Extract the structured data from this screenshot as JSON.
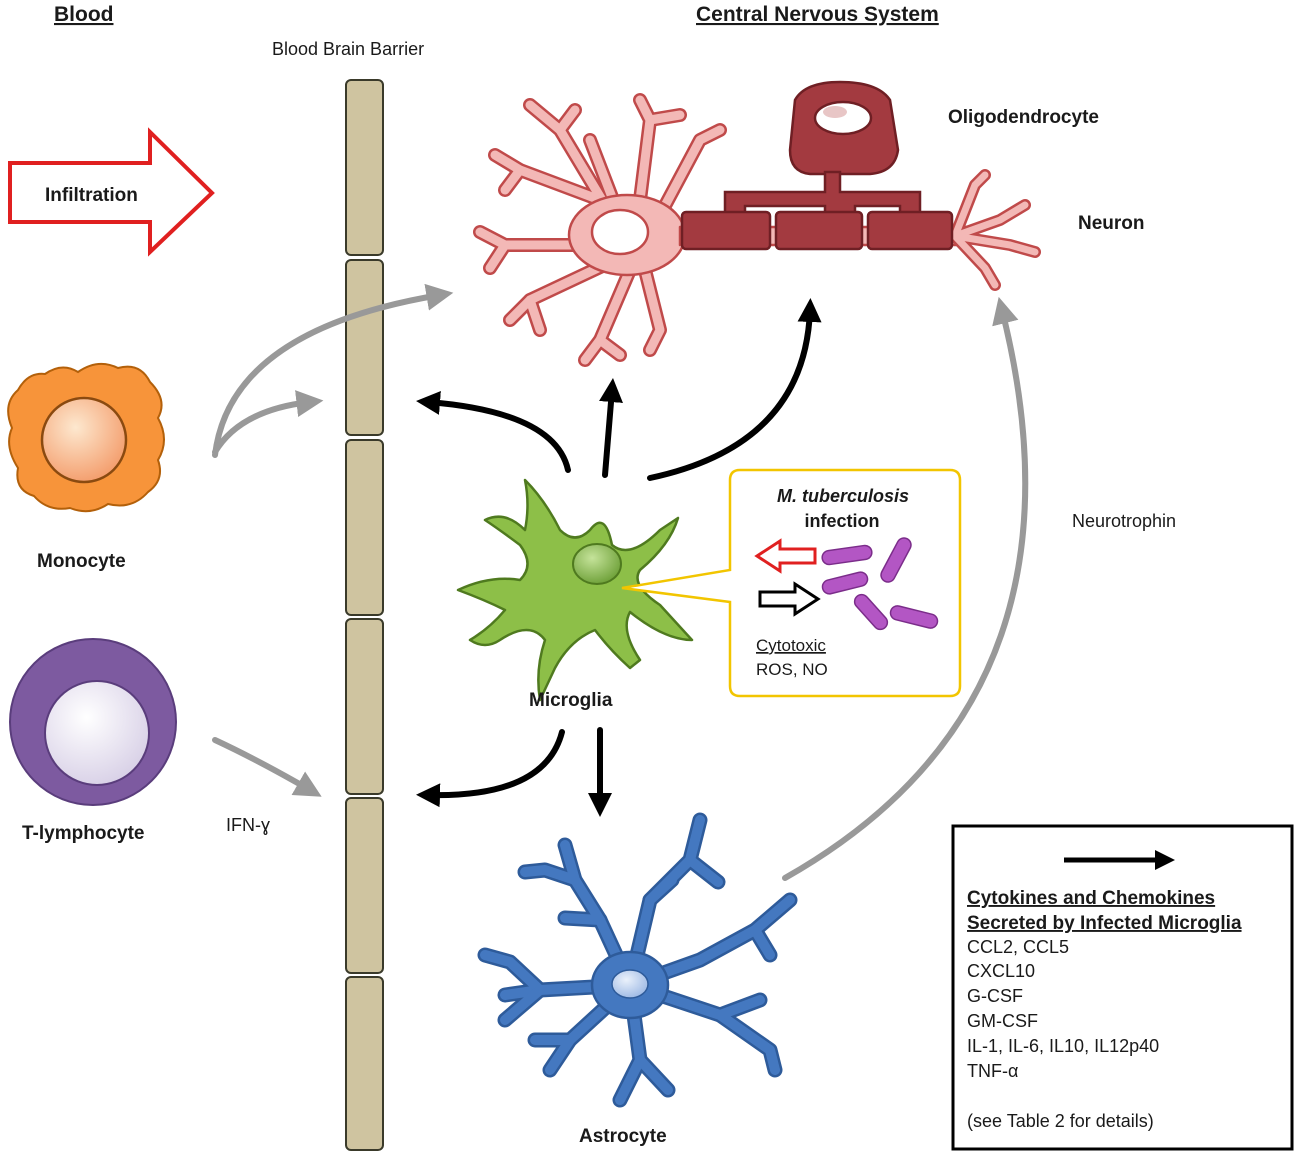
{
  "headers": {
    "blood": "Blood",
    "cns": "Central Nervous System",
    "bbb": "Blood Brain Barrier"
  },
  "infiltration_label": "Infiltration",
  "cells": {
    "monocyte": "Monocyte",
    "t_lymphocyte": "T-lymphocyte",
    "microglia": "Microglia",
    "astrocyte": "Astrocyte",
    "oligodendrocyte": "Oligodendrocyte",
    "neuron": "Neuron"
  },
  "signals": {
    "ifn": "IFN-ɣ",
    "neurotrophin": "Neurotrophin"
  },
  "infection_box": {
    "title_italic": "M. tuberculosis",
    "title_rest": "infection",
    "cytotoxic": "Cytotoxic",
    "ros_no": "ROS, NO"
  },
  "legend": {
    "heading_line1": "Cytokines  and Chemokines",
    "heading_line2": "Secreted by Infected Microglia",
    "items": [
      "CCL2,  CCL5",
      "CXCL10",
      "G-CSF",
      "GM-CSF",
      "IL-1,  IL-6,  IL10,  IL12p40",
      "TNF-α"
    ],
    "note": "(see Table  2 for details)"
  },
  "colors": {
    "barrier_fill": "#cfc4a0",
    "barrier_stroke": "#3a3a2a",
    "monocyte": "#f7943a",
    "t_lymphocyte": "#7d5aa0",
    "microglia": "#8dbf48",
    "astrocyte": "#4478c0",
    "neuron": "#f3b8b6",
    "oligodendrocyte": "#a33a40",
    "bacteria": "#b356c4",
    "infection_box": "#f2c500",
    "infiltration_arrow": "#e02020"
  }
}
